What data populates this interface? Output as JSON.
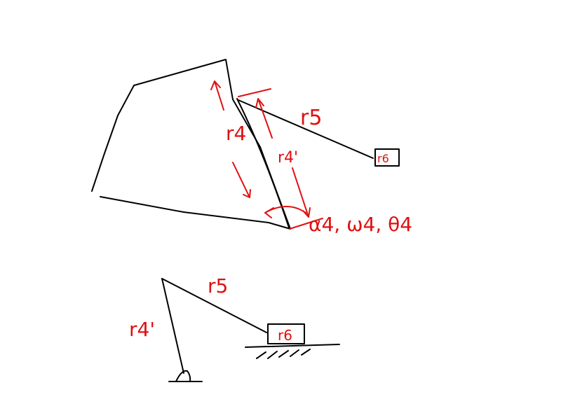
{
  "labels": {
    "r5_top": "r5",
    "r4_top": "r4",
    "r4_prime_top": "r4'",
    "r6_top": "r6",
    "alpha_omega_theta": "α4, ω4, θ4",
    "r5_bottom": "r5",
    "r4_prime_bottom": "r4'",
    "r6_bottom": "r6"
  },
  "colors": {
    "ink": "#000000",
    "annotation": "#e01010",
    "background": "#ffffff"
  }
}
